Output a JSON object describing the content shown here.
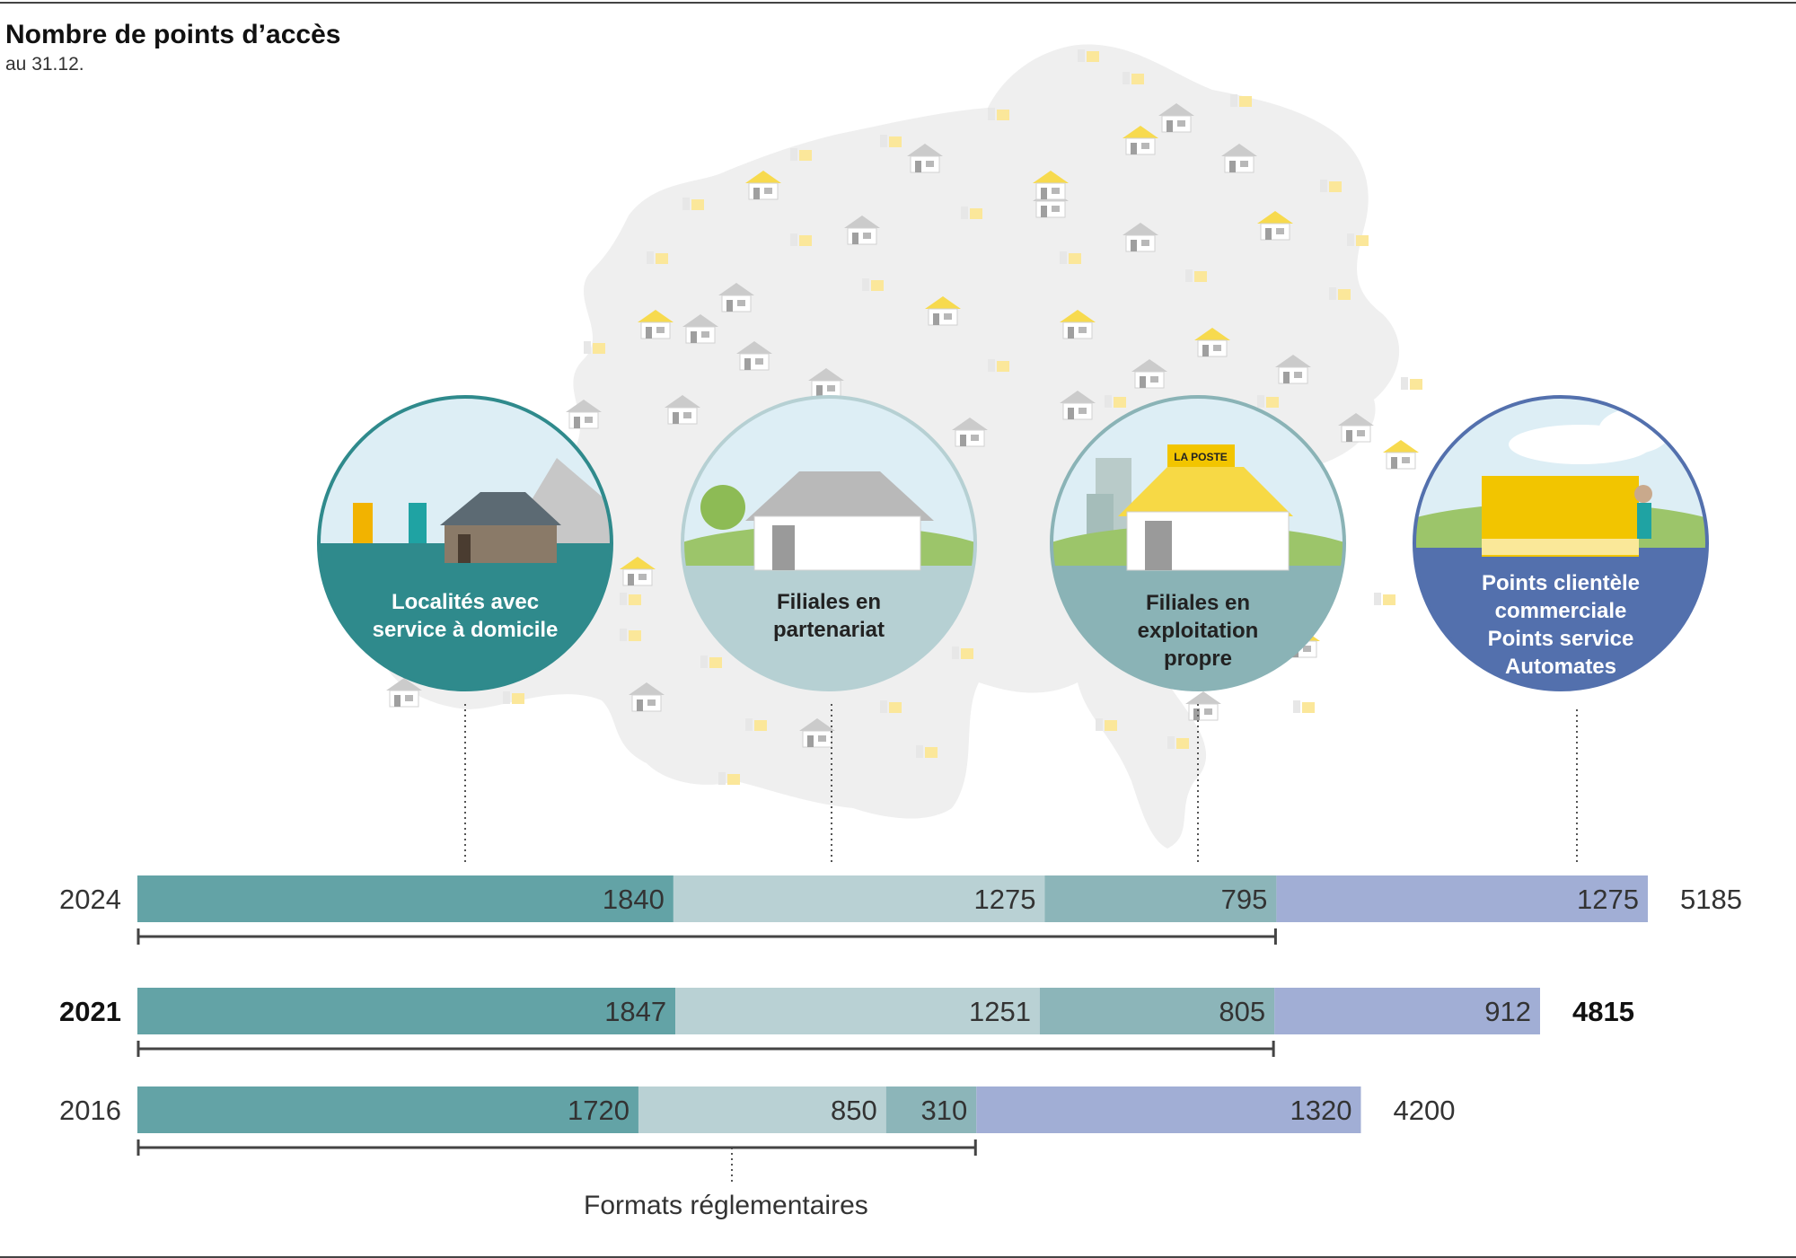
{
  "title": "Nombre de points d’accès",
  "subtitle": "au 31.12.",
  "categories": [
    {
      "label": "Localités avec\nservice à domicile",
      "color": "#63a3a6"
    },
    {
      "label": "Filiales en\npartenariat",
      "color": "#b9d1d4"
    },
    {
      "label": "Filiales en\nexploitation\npropre",
      "color": "#8cb5b9"
    },
    {
      "label": "Points clientèle\ncommerciale\nPoints service\nAutomates",
      "color": "#a1aed5"
    }
  ],
  "circle_colors": [
    "#2f8a8c",
    "#b6d0d3",
    "#8ab3b6",
    "#5370ad"
  ],
  "logo_text": "LA POSTE",
  "bracket_label": "Formats réglementaires",
  "chart_data": {
    "type": "bar",
    "orientation": "horizontal",
    "stacked": true,
    "title": "Nombre de points d’accès",
    "subtitle": "au 31.12.",
    "categories": [
      "2024",
      "2021",
      "2016"
    ],
    "highlighted_category": "2021",
    "series": [
      {
        "name": "Localités avec service à domicile",
        "values": [
          1840,
          1847,
          1720
        ]
      },
      {
        "name": "Filiales en partenariat",
        "values": [
          1275,
          1251,
          850
        ]
      },
      {
        "name": "Filiales en exploitation propre",
        "values": [
          795,
          805,
          310
        ]
      },
      {
        "name": "Points clientèle commerciale Points service Automates",
        "values": [
          1275,
          912,
          1320
        ]
      }
    ],
    "totals": [
      5185,
      4815,
      4200
    ],
    "bracket_annotation": "Formats réglementaires",
    "bracket_covers_series": 3,
    "grid": false
  }
}
